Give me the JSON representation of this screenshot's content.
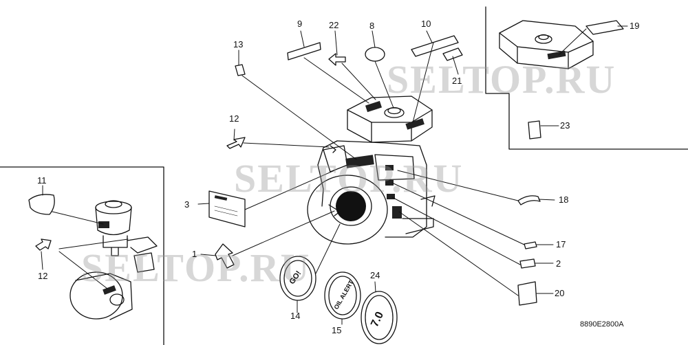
{
  "diagram": {
    "drawing_code": "8890E2800A",
    "watermark": "SELTOP.RU",
    "callouts": [
      {
        "id": "c1",
        "label": "1"
      },
      {
        "id": "c2",
        "label": "2"
      },
      {
        "id": "c3",
        "label": "3"
      },
      {
        "id": "c8",
        "label": "8"
      },
      {
        "id": "c9",
        "label": "9"
      },
      {
        "id": "c10",
        "label": "10"
      },
      {
        "id": "c11",
        "label": "11"
      },
      {
        "id": "c12a",
        "label": "12"
      },
      {
        "id": "c12b",
        "label": "12"
      },
      {
        "id": "c13",
        "label": "13"
      },
      {
        "id": "c14",
        "label": "14"
      },
      {
        "id": "c15",
        "label": "15"
      },
      {
        "id": "c17",
        "label": "17"
      },
      {
        "id": "c18",
        "label": "18"
      },
      {
        "id": "c19",
        "label": "19"
      },
      {
        "id": "c20",
        "label": "20"
      },
      {
        "id": "c21",
        "label": "21"
      },
      {
        "id": "c22",
        "label": "22"
      },
      {
        "id": "c23",
        "label": "23"
      },
      {
        "id": "c24",
        "label": "24"
      }
    ],
    "badges": {
      "choke_emblem": "GO!",
      "oil_alert": "OIL ALERT",
      "power_rating": "7.0"
    }
  }
}
